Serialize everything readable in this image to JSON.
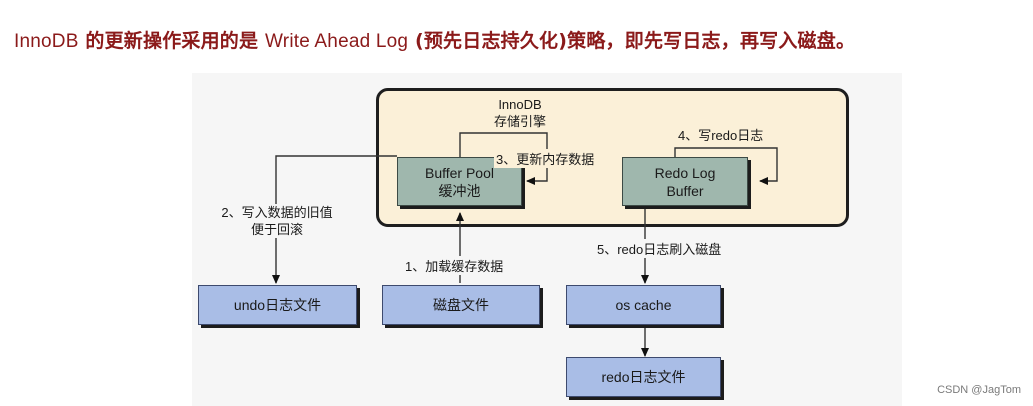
{
  "heading": {
    "part1": "InnoDB",
    "part2": " 的更新操作采用的是 ",
    "part3": "Write Ahead Log",
    "part4": " (预先日志持久化)策略，即先写日志，再写入磁盘。"
  },
  "diagram": {
    "engine_title_line1": "InnoDB",
    "engine_title_line2": "存储引擎",
    "buffer_pool_line1": "Buffer Pool",
    "buffer_pool_line2": "缓冲池",
    "redo_log_buffer_line1": "Redo Log",
    "redo_log_buffer_line2": "Buffer",
    "undo_file": "undo日志文件",
    "disk_file": "磁盘文件",
    "os_cache": "os cache",
    "redo_file": "redo日志文件",
    "step1": "1、加载缓存数据",
    "step2_line1": "2、写入数据的旧值",
    "step2_line2": "便于回滚",
    "step3": "3、更新内存数据",
    "step4": "4、写redo日志",
    "step5": "5、redo日志刷入磁盘"
  },
  "watermark": "CSDN @JagTom"
}
